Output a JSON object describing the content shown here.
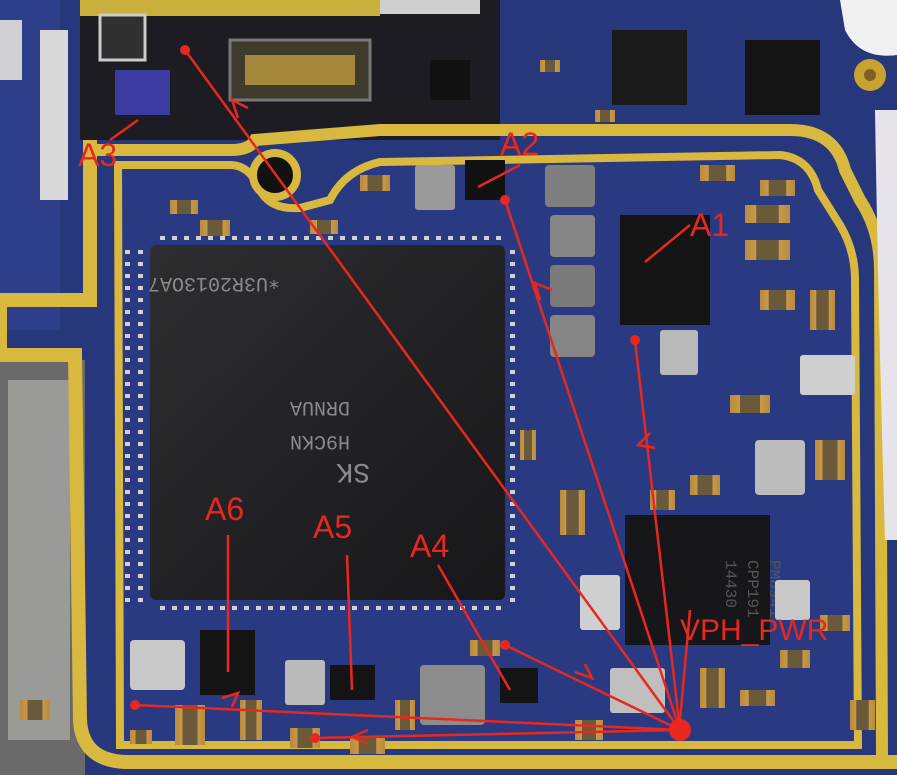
{
  "colors": {
    "pcb": "#2c3d86",
    "pcb_dark": "#1a2456",
    "gold": "#d9b840",
    "annotation": "#e8281e",
    "label_text": "#e8281e"
  },
  "labels": {
    "a1": "A1",
    "a2": "A2",
    "a3": "A3",
    "a4": "A4",
    "a5": "A5",
    "a6": "A6",
    "vph_pwr": "VPH_PWR"
  },
  "chip_marking": {
    "line1": "∗U3R2013OA7",
    "line2": "DRNUA",
    "line3": "H9CKN",
    "line4": "SK"
  },
  "pmic_marking": {
    "line1": "PM8941",
    "line2": "CPP191",
    "line3": "14430"
  }
}
